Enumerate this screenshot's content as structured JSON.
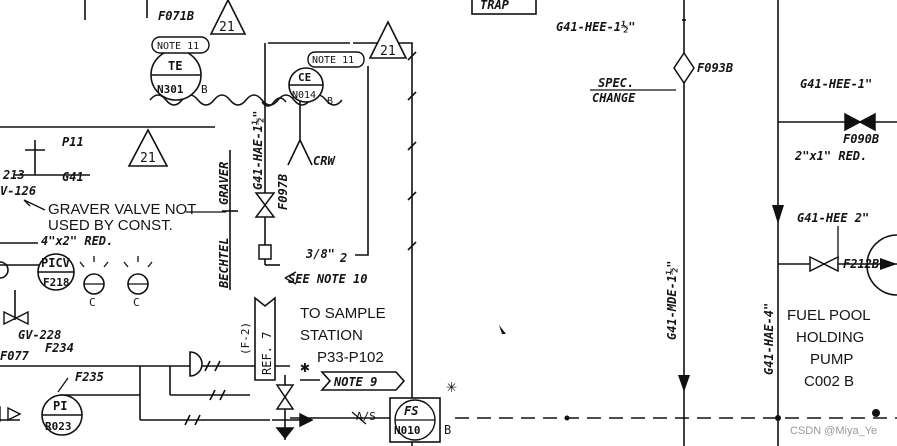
{
  "diagram": {
    "trap_label": "TRAP",
    "valves": {
      "f071b": "F071B",
      "f097b": "F097B",
      "f093b": "F093B",
      "f090b": "F090B",
      "f212b": "F212B",
      "f077": "F077",
      "f235": "F235"
    },
    "notes": {
      "note11_a": "NOTE 11",
      "note11_b": "NOTE 11",
      "note9": "NOTE 9",
      "see_note10": "SEE NOTE 10",
      "rev21": "21"
    },
    "instruments": {
      "te_tag": "TE",
      "te_num": "N301",
      "te_suffix": "B",
      "ce_tag": "CE",
      "ce_num": "N014",
      "ce_suffix": "B",
      "picv_tag": "PICV",
      "picv_num": "F218",
      "pi_tag": "PI",
      "pi_num": "R023",
      "fs_tag": "FS",
      "fs_num": "N010",
      "fs_suffix": "B",
      "c_tag": "C"
    },
    "lines": {
      "p11": "P11",
      "g41": "G41",
      "tag213": "213",
      "v126": "V-126",
      "g41_hae_112": "G41-HAE-1½\"",
      "g41_hee_112": "G41-HEE-1½\"",
      "g41_mde_112": "G41-MDE-1½\"",
      "g41_hae_4": "G41-HAE-4\"",
      "g41_hee_1": "G41-HEE-1\"",
      "g41_hee_2": "G41-HEE 2\"",
      "size_318": "3/8\"",
      "size_2": "2"
    },
    "text": {
      "graver1": "GRAVER VALVE NOT",
      "graver2": "USED BY CONST.",
      "red42": "4\"x2\" RED.",
      "red21": "2\"x1\" RED.",
      "spec1": "SPEC.",
      "spec2": "CHANGE",
      "crw": "CRW",
      "sample1": "TO SAMPLE",
      "sample2": "STATION",
      "sample3": "P33-P102",
      "bechtel": "BECHTEL",
      "graver": "GRAVER",
      "ref7": "REF. 7",
      "f2": "(F-2)",
      "gv228": "GV-228",
      "f234": "F234",
      "as": "A/S",
      "b": "B",
      "pump1": "FUEL POOL",
      "pump2": "HOLDING",
      "pump3": "PUMP",
      "pump4": "C002 B"
    },
    "watermark": "CSDN @Miya_Ye"
  }
}
